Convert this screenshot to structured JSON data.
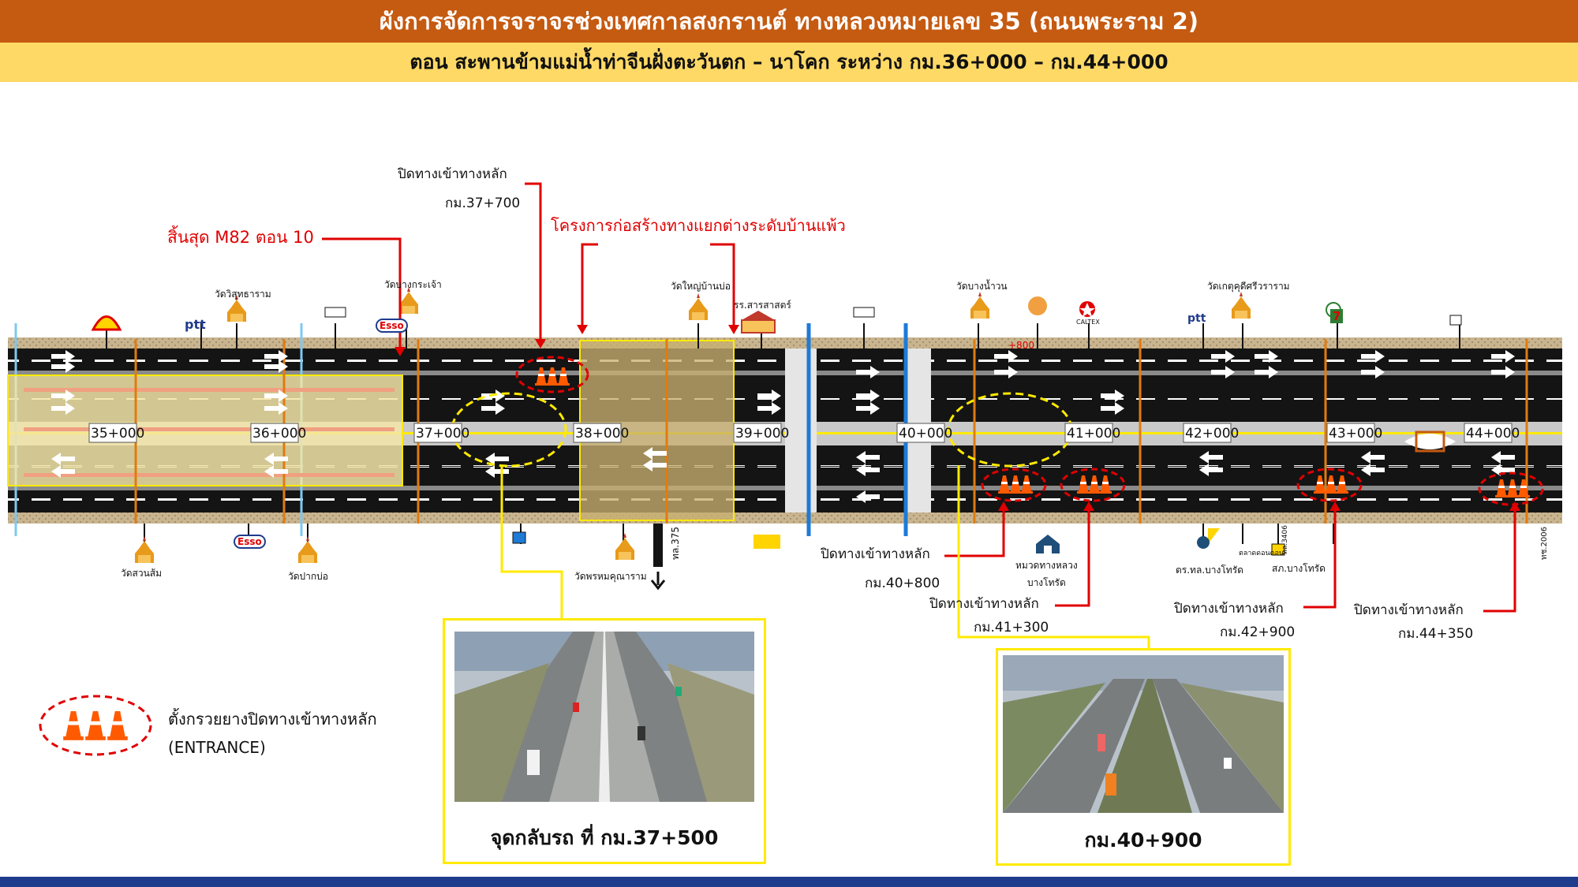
{
  "header": {
    "title": "ผังการจัดการจราจรช่วงเทศกาลสงกรานต์  ทางหลวงหมายเลข 35 (ถนนพระราม 2)",
    "subtitle": "ตอน สะพานข้ามแม่น้ำท่าจีนฝั่งตะวันตก – นาโคก  ระหว่าง กม.36+000 – กม.44+000"
  },
  "km_markers": [
    "35+000",
    "36+000",
    "37+000",
    "38+000",
    "39+000",
    "40+000",
    "41+000",
    "42+000",
    "43+000",
    "44+000"
  ],
  "landmarks_top": {
    "wat_wisut": "วัดวิสุทธาราม",
    "wat_bang_krachao": "วัดบางกระเจ้า",
    "wat_yai_ban_bo": "วัดใหญ่บ้านบ่อ",
    "school_sarasas": "รร.สารสาสตร์",
    "wat_bang_nam_chon": "วัดบางน้ำวน",
    "wat_ket_kudi": "วัดเกตุคุดีศรีวราราม",
    "lotus_plus": "+800",
    "caltex": "CALTEX"
  },
  "landmarks_bottom": {
    "wat_suan_som": "วัดสวนส้ม",
    "wat_pak_bo": "วัดปากบ่อ",
    "wat_phrom": "วัดพรหมคุณาราม",
    "highway_375": "ทล.375",
    "depot": "หมวดทางหลวง\nบางโทรัด",
    "police": "ตร.ทล.บางโทรัด",
    "market": "ตลาดดอนดอน",
    "highway_3406": "ทล.3406",
    "station": "สภ.บางโทรัด",
    "highway_2006": "ทช.2006"
  },
  "brands": {
    "shell": "Shell",
    "ptt": "ptt",
    "esso": "Esso",
    "seven": "7"
  },
  "callouts": {
    "m82_end": "สิ้นสุด M82 ตอน 10",
    "close_37700_title": "ปิดทางเข้าทางหลัก",
    "close_37700_km": "กม.37+700",
    "project": "โครงการก่อสร้างทางแยกต่างระดับบ้านแพ้ว",
    "close_40800_title": "ปิดทางเข้าทางหลัก",
    "close_40800_km": "กม.40+800",
    "close_41300_title": "ปิดทางเข้าทางหลัก",
    "close_41300_km": "กม.41+300",
    "close_42900_title": "ปิดทางเข้าทางหลัก",
    "close_42900_km": "กม.42+900",
    "close_44350_title": "ปิดทางเข้าทางหลัก",
    "close_44350_km": "กม.44+350"
  },
  "legend": {
    "line1": "ตั้งกรวยยางปิดทางเข้าทางหลัก",
    "line2": "(ENTRANCE)"
  },
  "photos": {
    "left_caption": "จุดกลับรถ ที่ กม.37+500",
    "right_caption": "กม.40+900"
  },
  "colors": {
    "header_bg": "#c55a11",
    "subheader_bg": "#ffd966",
    "asphalt": "#141414",
    "callout_red": "#e00000",
    "highlight_yellow": "#ffea00",
    "cone_orange": "#ff5a00",
    "footer_blue": "#1f3b8c"
  }
}
